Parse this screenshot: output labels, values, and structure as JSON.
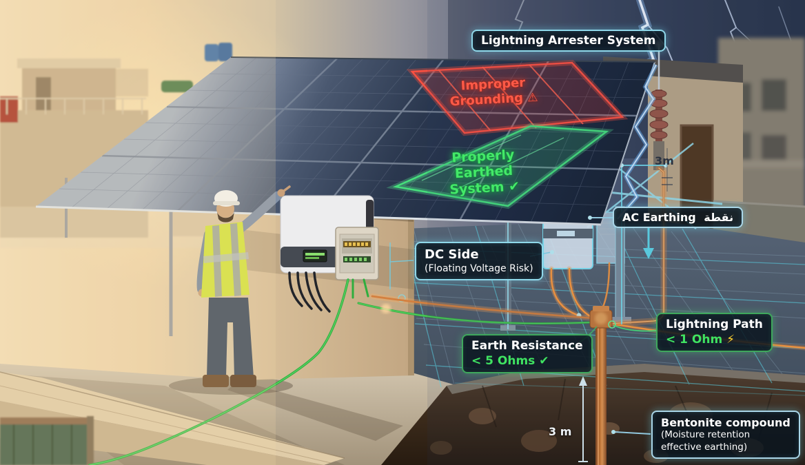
{
  "annotations": {
    "lightning_arrester": {
      "label": "Lightning Arrester System"
    },
    "improper_grounding": {
      "line1": "Improper",
      "line2": "Grounding",
      "warning_icon": "⚠"
    },
    "properly_earthed": {
      "line1": "Properly Earthed",
      "line2": "System",
      "check_icon": "✔"
    },
    "dc_side": {
      "title": "DC Side",
      "subtitle": "(Floating Voltage Risk)"
    },
    "ac_earthing": {
      "label_en": "AC Earthing",
      "label_ar": "نقطة"
    },
    "earth_resistance": {
      "title": "Earth Resistance",
      "value": "< 5 Ohms",
      "check_icon": "✔"
    },
    "lightning_path": {
      "title": "Lightning Path",
      "value": "< 1 Ohm",
      "bolt_icon": "⚡"
    },
    "bentonite": {
      "title": "Bentonite compound",
      "subtitle_line1": "(Moisture retention",
      "subtitle_line2": "effective earthing)"
    },
    "arrester_height": "3m",
    "rod_depth": "3 m"
  },
  "colors": {
    "cyan_accent": "#82dcee",
    "green_accent": "#3fe361",
    "red_accent": "#ff5244",
    "copper_glow": "#f09a4c",
    "bolt_yellow": "#ffd22e",
    "label_background": "rgba(10,22,32,0.86)"
  }
}
